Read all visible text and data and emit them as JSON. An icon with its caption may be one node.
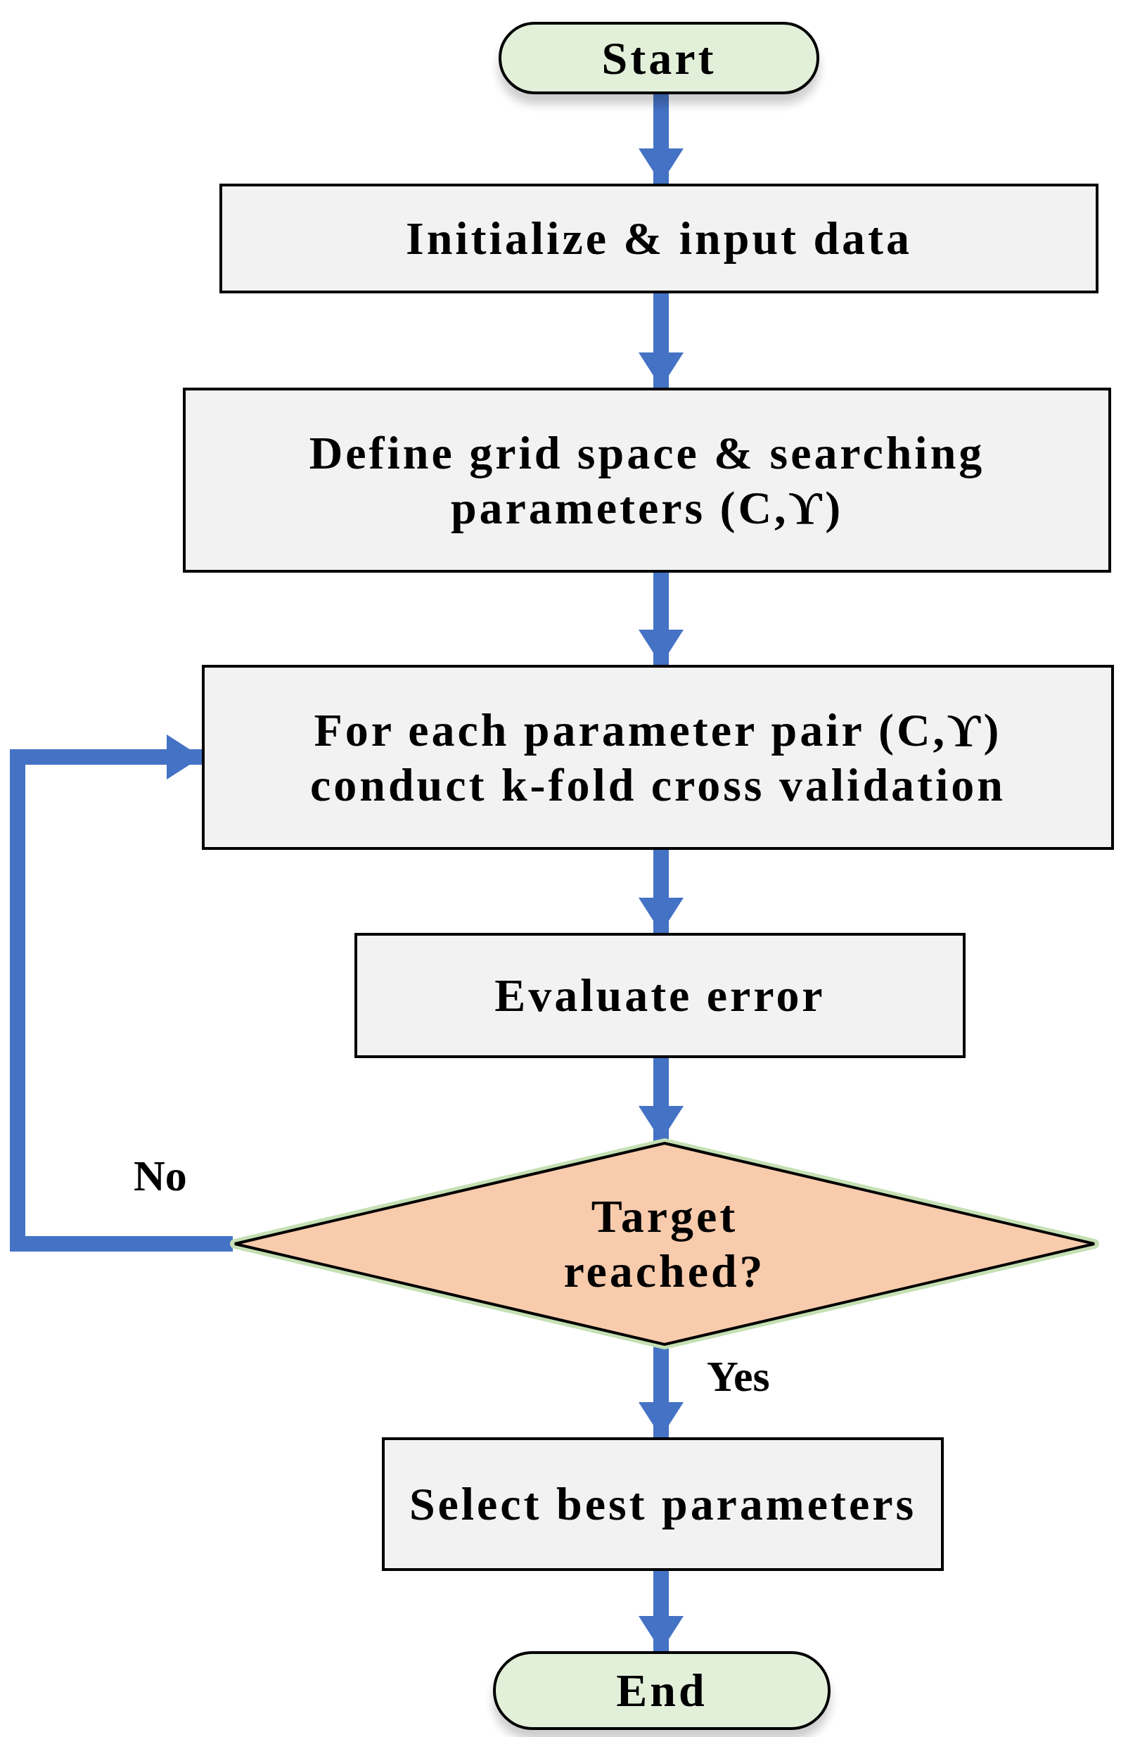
{
  "diagram": {
    "nodes": [
      {
        "text": [
          "Start"
        ]
      },
      {
        "text": [
          "Initialize & input data"
        ]
      },
      {
        "text": [
          "Define grid space & searching parameters (C,ϒ)"
        ]
      },
      {
        "text": [
          "For each parameter pair (C,ϒ) conduct k-fold cross validation"
        ]
      },
      {
        "text": [
          "Evaluate error"
        ]
      },
      {
        "text": [
          "Target reached?"
        ]
      },
      {
        "text": [
          "Select best parameters"
        ]
      },
      {
        "text": [
          "End"
        ]
      }
    ],
    "edges": [
      {
        "from": 0,
        "to": 1,
        "arrow": "to"
      },
      {
        "from": 1,
        "to": 2,
        "arrow": "to"
      },
      {
        "from": 2,
        "to": 3,
        "arrow": "to"
      },
      {
        "from": 3,
        "to": 4,
        "arrow": "to"
      },
      {
        "from": 4,
        "to": 5,
        "arrow": "to"
      },
      {
        "from": 5,
        "to": 3,
        "arrow": "to",
        "label": "No"
      },
      {
        "from": 5,
        "to": 6,
        "arrow": "to",
        "label": "Yes"
      },
      {
        "from": 6,
        "to": 7,
        "arrow": "to"
      }
    ]
  }
}
